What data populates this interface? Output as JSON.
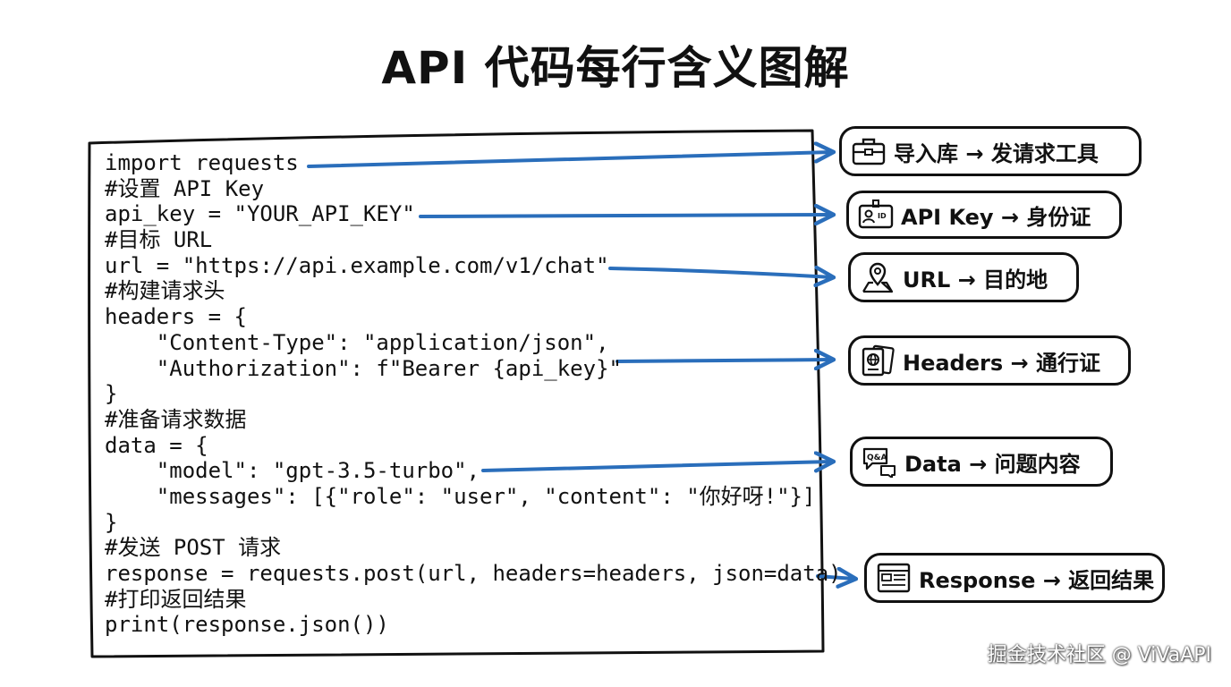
{
  "title": "API 代码每行含义图解",
  "code_lines": [
    "import requests",
    "#设置 API Key",
    "api_key = \"YOUR_API_KEY\"",
    "#目标 URL",
    "url = \"https://api.example.com/v1/chat\"",
    "#构建请求头",
    "headers = {",
    "    \"Content-Type\": \"application/json\",",
    "    \"Authorization\": f\"Bearer {api_key}\"",
    "}",
    "#准备请求数据",
    "data = {",
    "    \"model\": \"gpt-3.5-turbo\",",
    "    \"messages\": [{\"role\": \"user\", \"content\": \"你好呀!\"}]",
    "}",
    "#发送 POST 请求",
    "response = requests.post(url, headers=headers, json=data)",
    "#打印返回结果",
    "print(response.json())"
  ],
  "labels": [
    {
      "text": "导入库 → 发请求工具",
      "icon": "toolbox-icon"
    },
    {
      "text": "API Key → 身份证",
      "icon": "id-card-icon"
    },
    {
      "text": "URL → 目的地",
      "icon": "map-pin-icon"
    },
    {
      "text": "Headers → 通行证",
      "icon": "passport-icon"
    },
    {
      "text": "Data → 问题内容",
      "icon": "qa-bubble-icon"
    },
    {
      "text": "Response → 返回结果",
      "icon": "document-icon"
    }
  ],
  "colors": {
    "arrow": "#2a6ebb",
    "ink": "#111111"
  },
  "watermark": "掘金技术社区 @ ViVaAPI"
}
